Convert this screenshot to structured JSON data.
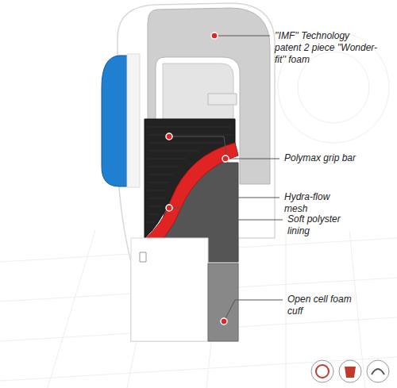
{
  "diagram": {
    "labels": [
      "''IMF'' Technology patent 2 piece ''Wonder-fit'' foam",
      "Polymax grip bar",
      "Hydra-flow mesh",
      "Soft polyster lining",
      "Open cell foam cuff"
    ]
  }
}
